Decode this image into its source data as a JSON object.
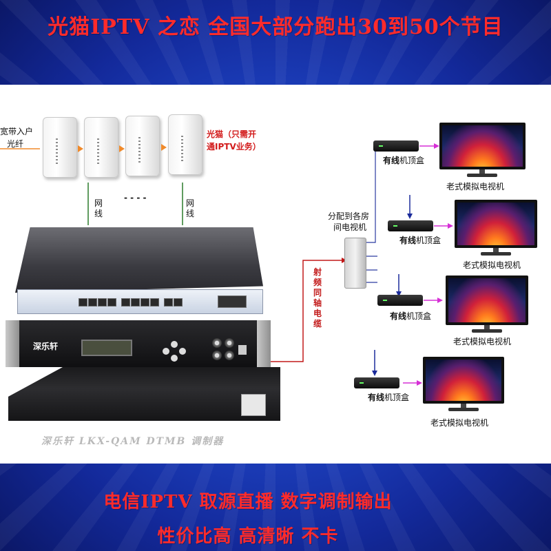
{
  "banner": {
    "title": "光猫IPTV 之恋   全国大部分跑出30到50个节目",
    "line1": "电信IPTV 取源直播 数字调制输出",
    "line2": "性价比高   高清晰   不卡"
  },
  "diagram": {
    "broadband_in_1": "宽带入户",
    "broadband_in_2": "光纤",
    "ont_note_1": "光猫（只需开",
    "ont_note_2": "通IPTV业务）",
    "dash": "- - - -",
    "net_cable": "网线",
    "distribute_1": "分配到各房",
    "distribute_2": "间电视机",
    "coax": "射频同轴电缆",
    "modulator_brand": "深乐轩",
    "modulator_caption": "深乐轩 LKX-QAM DTMB 调制器",
    "stb_bold": "有线",
    "stb_rest": "机顶盒",
    "tv_label": "老式模拟电视机"
  },
  "colors": {
    "headline": "#ff2b2b",
    "background": "#1f46c7",
    "arrow_magenta": "#d62fd6",
    "coax_red": "#c21818",
    "cable_green": "#2a7a2a",
    "arrow_orange": "#f08a2a"
  }
}
